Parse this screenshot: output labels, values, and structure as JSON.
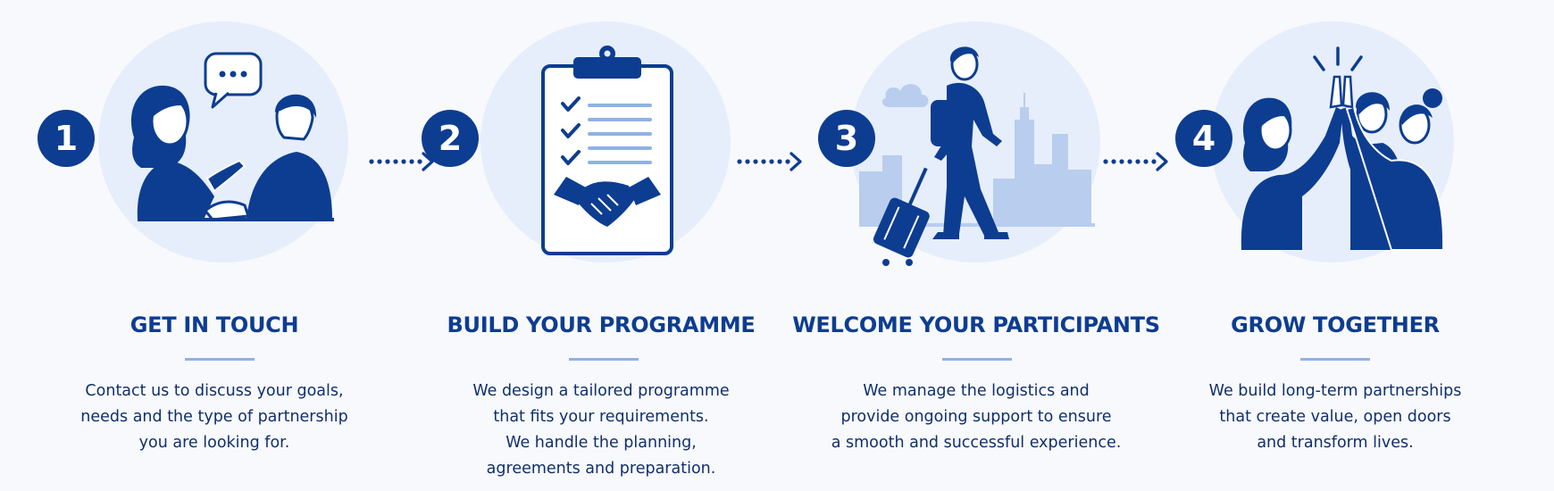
{
  "colors": {
    "primary": "#0d3d91",
    "light": "#e6eefb",
    "accent": "#8fb2e6",
    "text": "#0f2f6e"
  },
  "steps": [
    {
      "number": "1",
      "title": "GET IN TOUCH",
      "icon": "conversation-illustration",
      "lines": [
        "Contact us to discuss your goals,",
        "needs and the type of partnership",
        "you are looking for."
      ]
    },
    {
      "number": "2",
      "title": "BUILD YOUR PROGRAMME",
      "icon": "clipboard-handshake-illustration",
      "lines": [
        "We design a tailored programme",
        "that fits your requirements.",
        "We handle the planning,",
        "agreements and preparation."
      ]
    },
    {
      "number": "3",
      "title": "WELCOME YOUR PARTICIPANTS",
      "icon": "traveler-city-illustration",
      "lines": [
        "We manage the logistics and",
        "provide ongoing support to ensure",
        "a smooth and successful experience."
      ]
    },
    {
      "number": "4",
      "title": "GROW TOGETHER",
      "icon": "high-five-illustration",
      "lines": [
        "We build long-term partnerships",
        "that create value, open doors",
        "and transform lives."
      ]
    }
  ]
}
